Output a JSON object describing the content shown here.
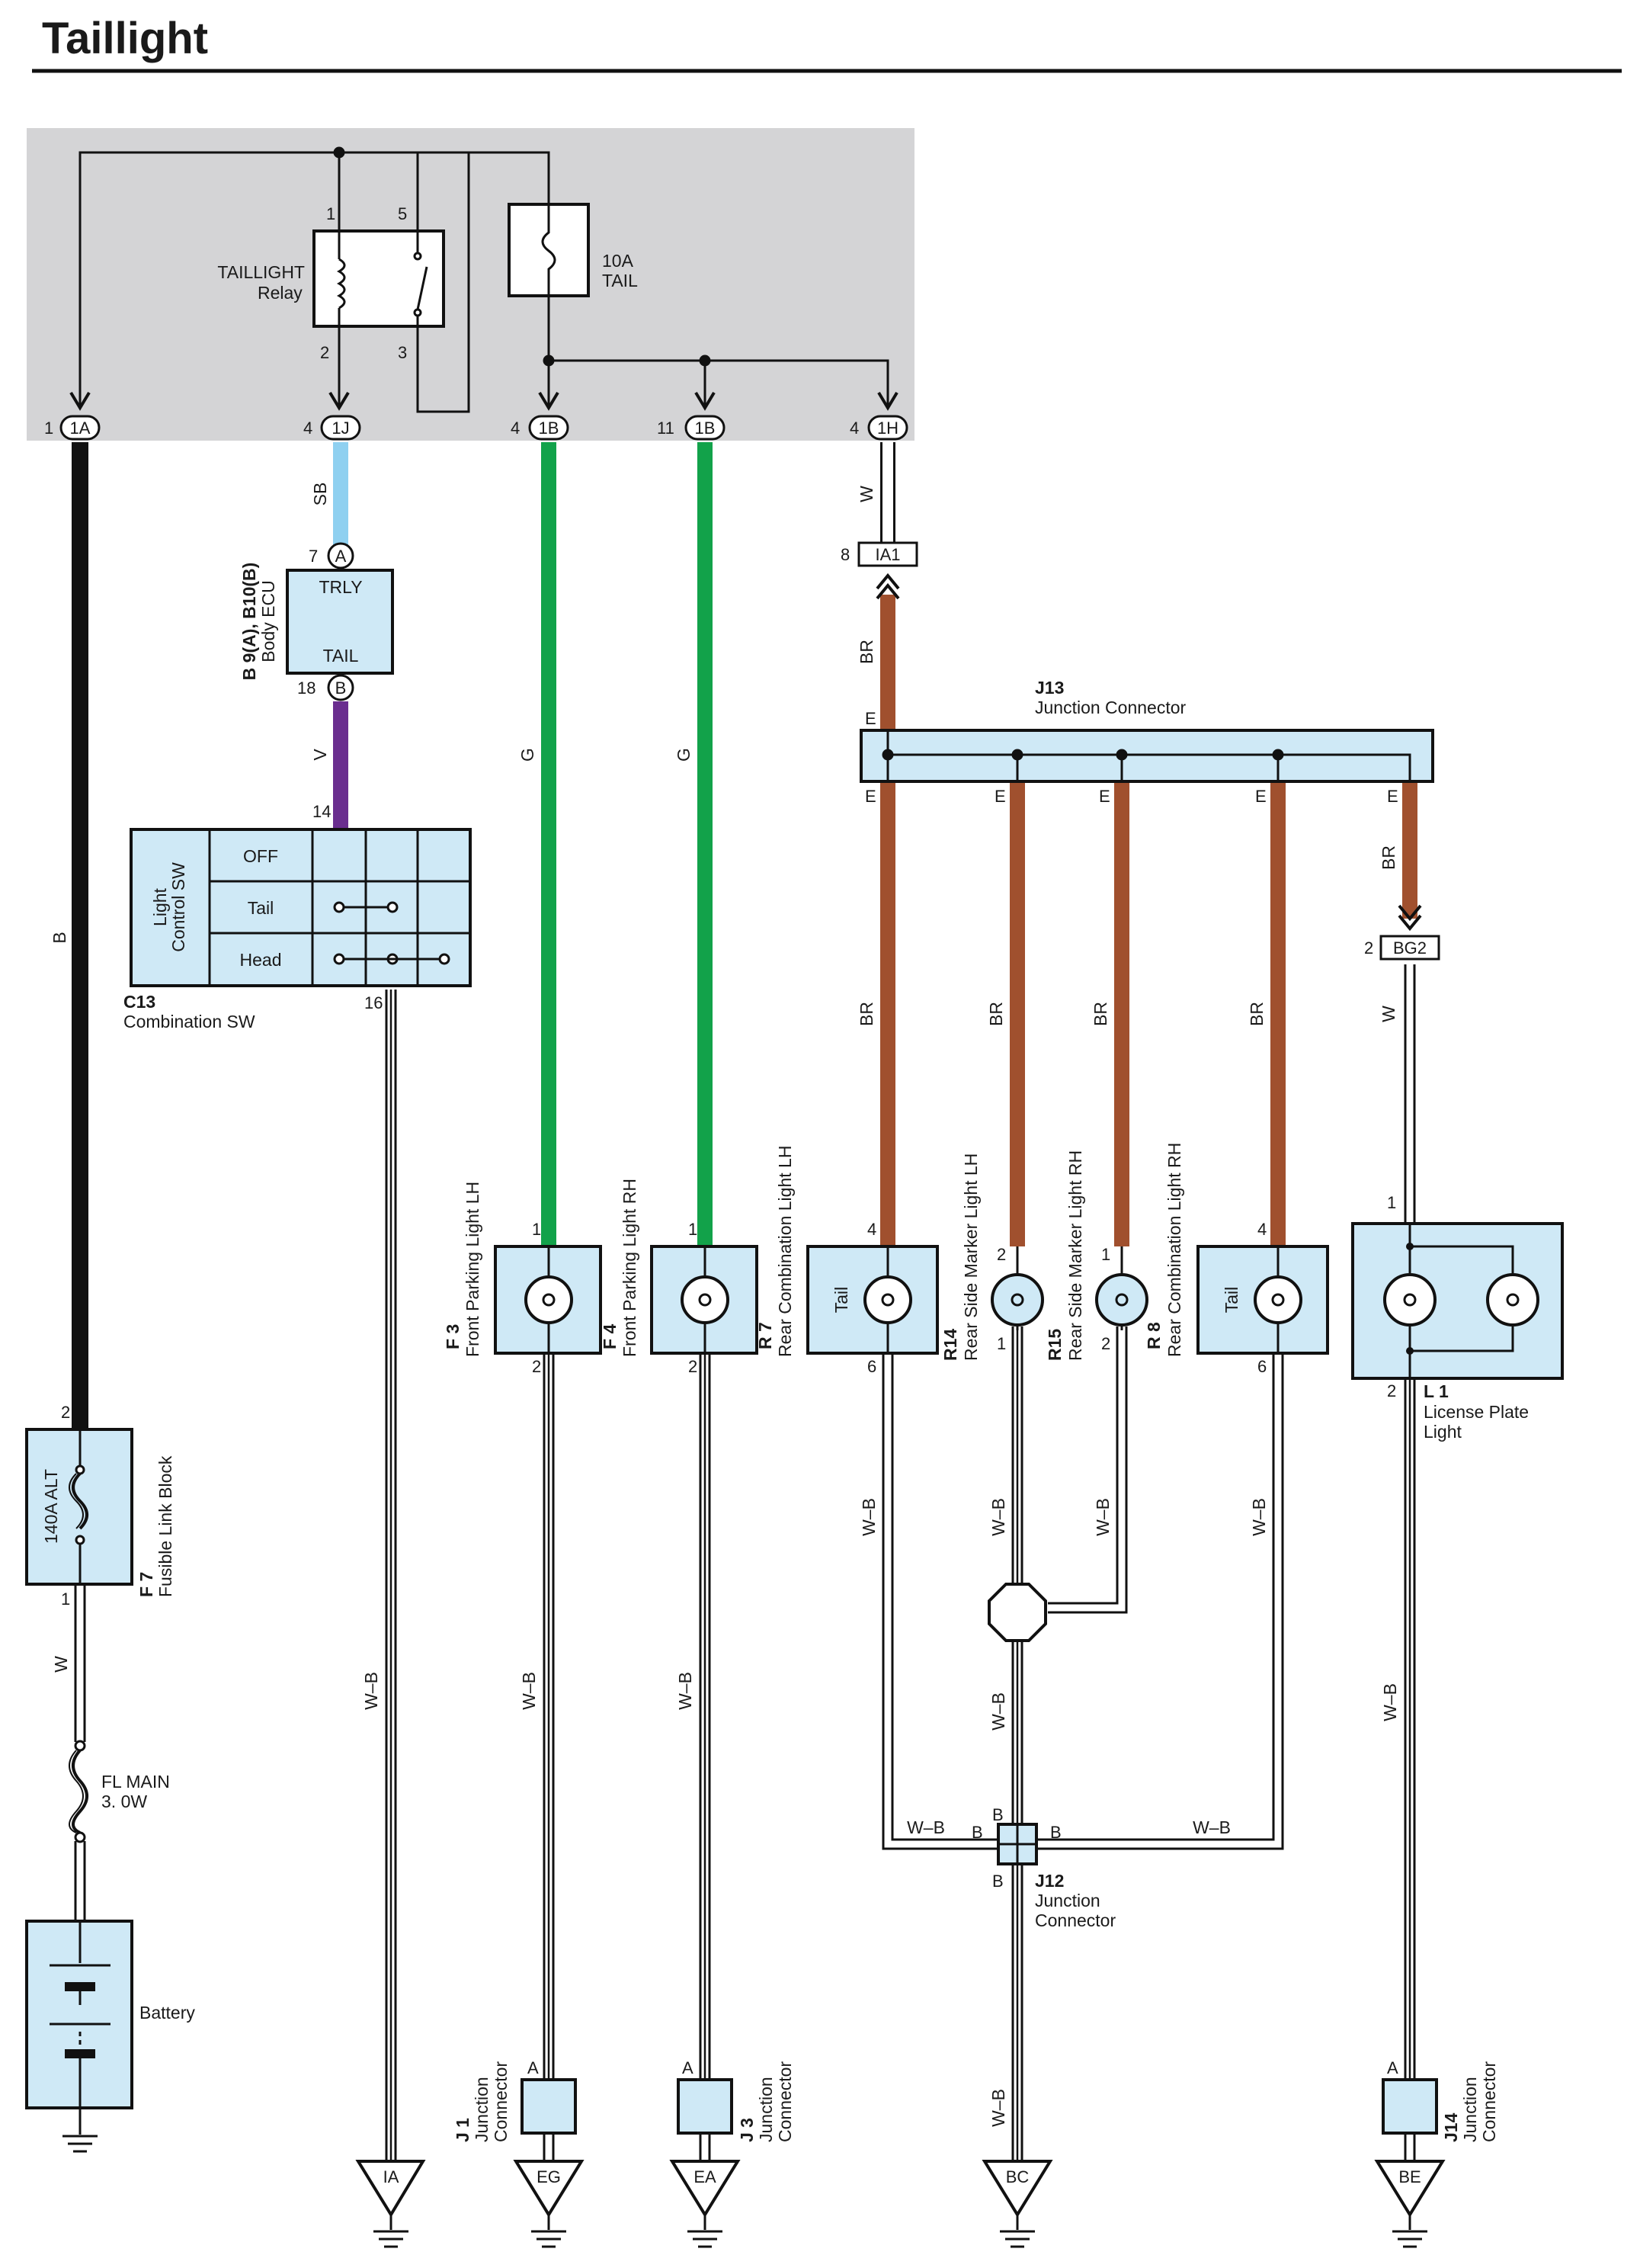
{
  "title": "Taillight",
  "colors": {
    "B": "#111111",
    "SB": "#8fd0f0",
    "G": "#12a24a",
    "V": "#6a2e8f",
    "BR": "#a0502e",
    "W": "#ffffff",
    "W-B": "#ffffff",
    "panel": "#d4d4d6",
    "component": "#cfe9f6"
  },
  "relay": {
    "label1": "TAILLIGHT",
    "label2": "Relay",
    "pins": [
      "1",
      "5",
      "2",
      "3"
    ]
  },
  "fuse_tail": {
    "label1": "10A",
    "label2": "TAIL"
  },
  "connectors": [
    {
      "pin": "1",
      "name": "1A"
    },
    {
      "pin": "4",
      "name": "1J"
    },
    {
      "pin": "4",
      "name": "1B"
    },
    {
      "pin": "11",
      "name": "1B"
    },
    {
      "pin": "4",
      "name": "1H"
    }
  ],
  "body_ecu": {
    "code": "B 9(A), B10(B)",
    "name": "Body ECU",
    "pin_top": "7",
    "conn_top": "A",
    "term_top": "TRLY",
    "pin_bottom": "18",
    "conn_bottom": "B",
    "term_bottom": "TAIL"
  },
  "combination_sw": {
    "code": "C13",
    "name": "Combination SW",
    "side_label1": "Light",
    "side_label2": "Control SW",
    "rows": [
      "OFF",
      "Tail",
      "Head"
    ],
    "pin_top": "14",
    "pin_bottom": "16"
  },
  "ia1": {
    "pin": "8",
    "name": "IA1"
  },
  "j13": {
    "code": "J13",
    "name": "Junction Connector",
    "pin_label": "E"
  },
  "bg2": {
    "pin": "2",
    "name": "BG2"
  },
  "fusible_link": {
    "code": "F 7",
    "name": "Fusible Link Block",
    "rating": "140A ALT",
    "pin_top": "2",
    "pin_bottom": "1"
  },
  "fl_main": {
    "label1": "FL MAIN",
    "label2": "3. 0W"
  },
  "battery": {
    "name": "Battery"
  },
  "lights": [
    {
      "code": "F 3",
      "name": "Front Parking Light LH",
      "pin_top": "1",
      "pin_bottom": "2"
    },
    {
      "code": "F 4",
      "name": "Front Parking Light RH",
      "pin_top": "1",
      "pin_bottom": "2"
    },
    {
      "code": "R 7",
      "name": "Rear Combination Light LH",
      "pin_top": "4",
      "pin_bottom": "6",
      "inner": "Tail"
    },
    {
      "code": "R14",
      "name": "Rear Side Marker Light LH",
      "pin_top": "2",
      "pin_bottom": "1"
    },
    {
      "code": "R15",
      "name": "Rear Side Marker Light RH",
      "pin_top": "1",
      "pin_bottom": "2"
    },
    {
      "code": "R 8",
      "name": "Rear Combination Light RH",
      "pin_top": "4",
      "pin_bottom": "6",
      "inner": "Tail"
    }
  ],
  "license_plate": {
    "code": "L 1",
    "name1": "License Plate",
    "name2": "Light",
    "pin_top": "1",
    "pin_bottom": "2"
  },
  "j12": {
    "code": "J12",
    "name1": "Junction",
    "name2": "Connector",
    "pin": "B"
  },
  "junctions": [
    {
      "code": "J 1",
      "name1": "Junction",
      "name2": "Connector",
      "pin": "A"
    },
    {
      "code": "J 3",
      "name1": "Junction",
      "name2": "Connector",
      "pin": "A"
    },
    {
      "code": "J14",
      "name1": "Junction",
      "name2": "Connector",
      "pin": "A"
    }
  ],
  "grounds": [
    "IA",
    "EG",
    "EA",
    "BC",
    "BE"
  ],
  "wire_labels": {
    "B": "B",
    "SB": "SB",
    "V": "V",
    "G": "G",
    "W": "W",
    "BR": "BR",
    "WB": "W–B"
  }
}
